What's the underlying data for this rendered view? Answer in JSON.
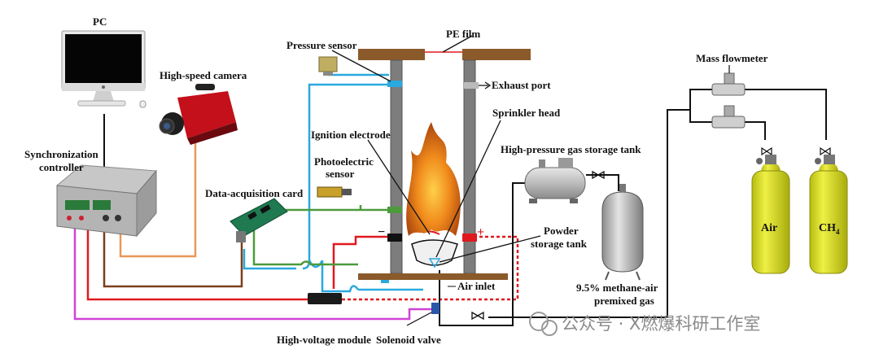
{
  "labels": {
    "pc": "PC",
    "camera": "High-speed camera",
    "sync_line1": "Synchronization",
    "sync_line2": "controller",
    "daq": "Data-acquisition card",
    "hv_module": "High-voltage module",
    "solenoid": "Solenoid valve",
    "pressure_sensor": "Pressure sensor",
    "pe_film": "PE film",
    "exhaust": "Exhaust port",
    "sprinkler": "Sprinkler head",
    "ignition": "Ignition electrode",
    "photo_line1": "Photoelectric",
    "photo_line2": "sensor",
    "air_inlet": "Air inlet",
    "powder_line1": "Powder",
    "powder_line2": "storage tank",
    "hp_tank": "High-pressure gas storage tank",
    "premix_line1": "9.5% methane-air",
    "premix_line2": "premixed gas",
    "flowmeter": "Mass flowmeter",
    "air": "Air",
    "ch4_main": "CH",
    "ch4_sub": "4",
    "minus": "−",
    "plus": "+"
  },
  "watermark": "公众号 · X燃爆科研工作室",
  "colors": {
    "red_wire": "#e0191f",
    "blue_wire": "#2aa8df",
    "green_wire": "#4c9a3c",
    "orange_wire": "#e8975a",
    "brown_wire": "#7a3f1c",
    "magenta_wire": "#d042d6",
    "black_line": "#111111",
    "pipe_wall": "#7d7d7d",
    "flange": "#8b5a2b",
    "cylinder": "#d8dc2e"
  }
}
